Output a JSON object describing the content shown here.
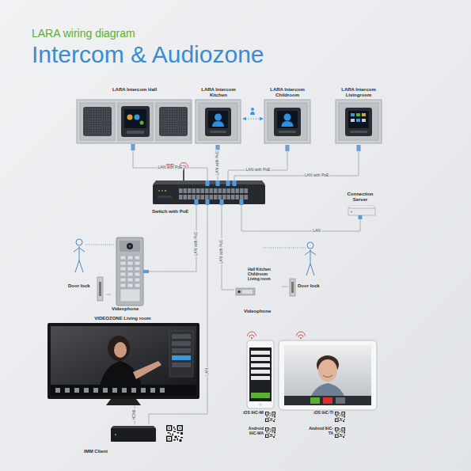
{
  "diagram": {
    "title": "Intercom & Audiozone",
    "nodes": [
      {
        "text": [
          "LARA Intercom Hall"
        ]
      },
      {
        "text": [
          "LARA Intercom Kitchen"
        ]
      },
      {
        "text": [
          "LARA Intercom Childroom"
        ]
      },
      {
        "text": [
          "LARA Intercom Livingroom"
        ]
      },
      {
        "text": [
          "Switch with PoE"
        ]
      },
      {
        "text": [
          "Connection Server"
        ]
      },
      {
        "text": [
          "Videophone"
        ]
      },
      {
        "text": [
          "Door lock"
        ]
      },
      {
        "text": [
          "Hall Kitchen Childroom Living room",
          "Videophone"
        ]
      },
      {
        "text": [
          "Door lock"
        ]
      },
      {
        "text": [
          "VIDEOZONE Living room"
        ]
      },
      {
        "text": [
          "IMM Client"
        ]
      },
      {
        "text": [
          "iOS IHC-MI",
          "Android IHC-MA"
        ]
      },
      {
        "text": [
          "iOS IHC-TI",
          "Android IHC-TA"
        ]
      }
    ],
    "edges": [
      {
        "from": 0,
        "to": 4,
        "label": "LAN with PoE",
        "arrow": "none"
      },
      {
        "from": 1,
        "to": 4,
        "label": "LAN with PoE",
        "arrow": "none"
      },
      {
        "from": 2,
        "to": 4,
        "label": "LAN with PoE",
        "arrow": "none"
      },
      {
        "from": 3,
        "to": 4,
        "label": "LAN with PoE",
        "arrow": "none"
      },
      {
        "from": 5,
        "to": 4,
        "label": "LAN",
        "arrow": "none"
      },
      {
        "from": 4,
        "to": 6,
        "label": "LAN with PoE",
        "arrow": "none"
      },
      {
        "from": 4,
        "to": 8,
        "label": "LAN with PoE",
        "arrow": "none"
      },
      {
        "from": 4,
        "to": 11,
        "label": "LAN",
        "arrow": "none"
      },
      {
        "from": 11,
        "to": 10,
        "label": "HDMI",
        "arrow": "none"
      },
      {
        "from": 6,
        "to": 7,
        "arrow": "none"
      },
      {
        "from": 8,
        "to": 9,
        "arrow": "none"
      },
      {
        "from": 1,
        "to": 2,
        "arrow": "both"
      }
    ],
    "labels": [
      "LARA wiring diagram",
      "WiFi"
    ]
  }
}
